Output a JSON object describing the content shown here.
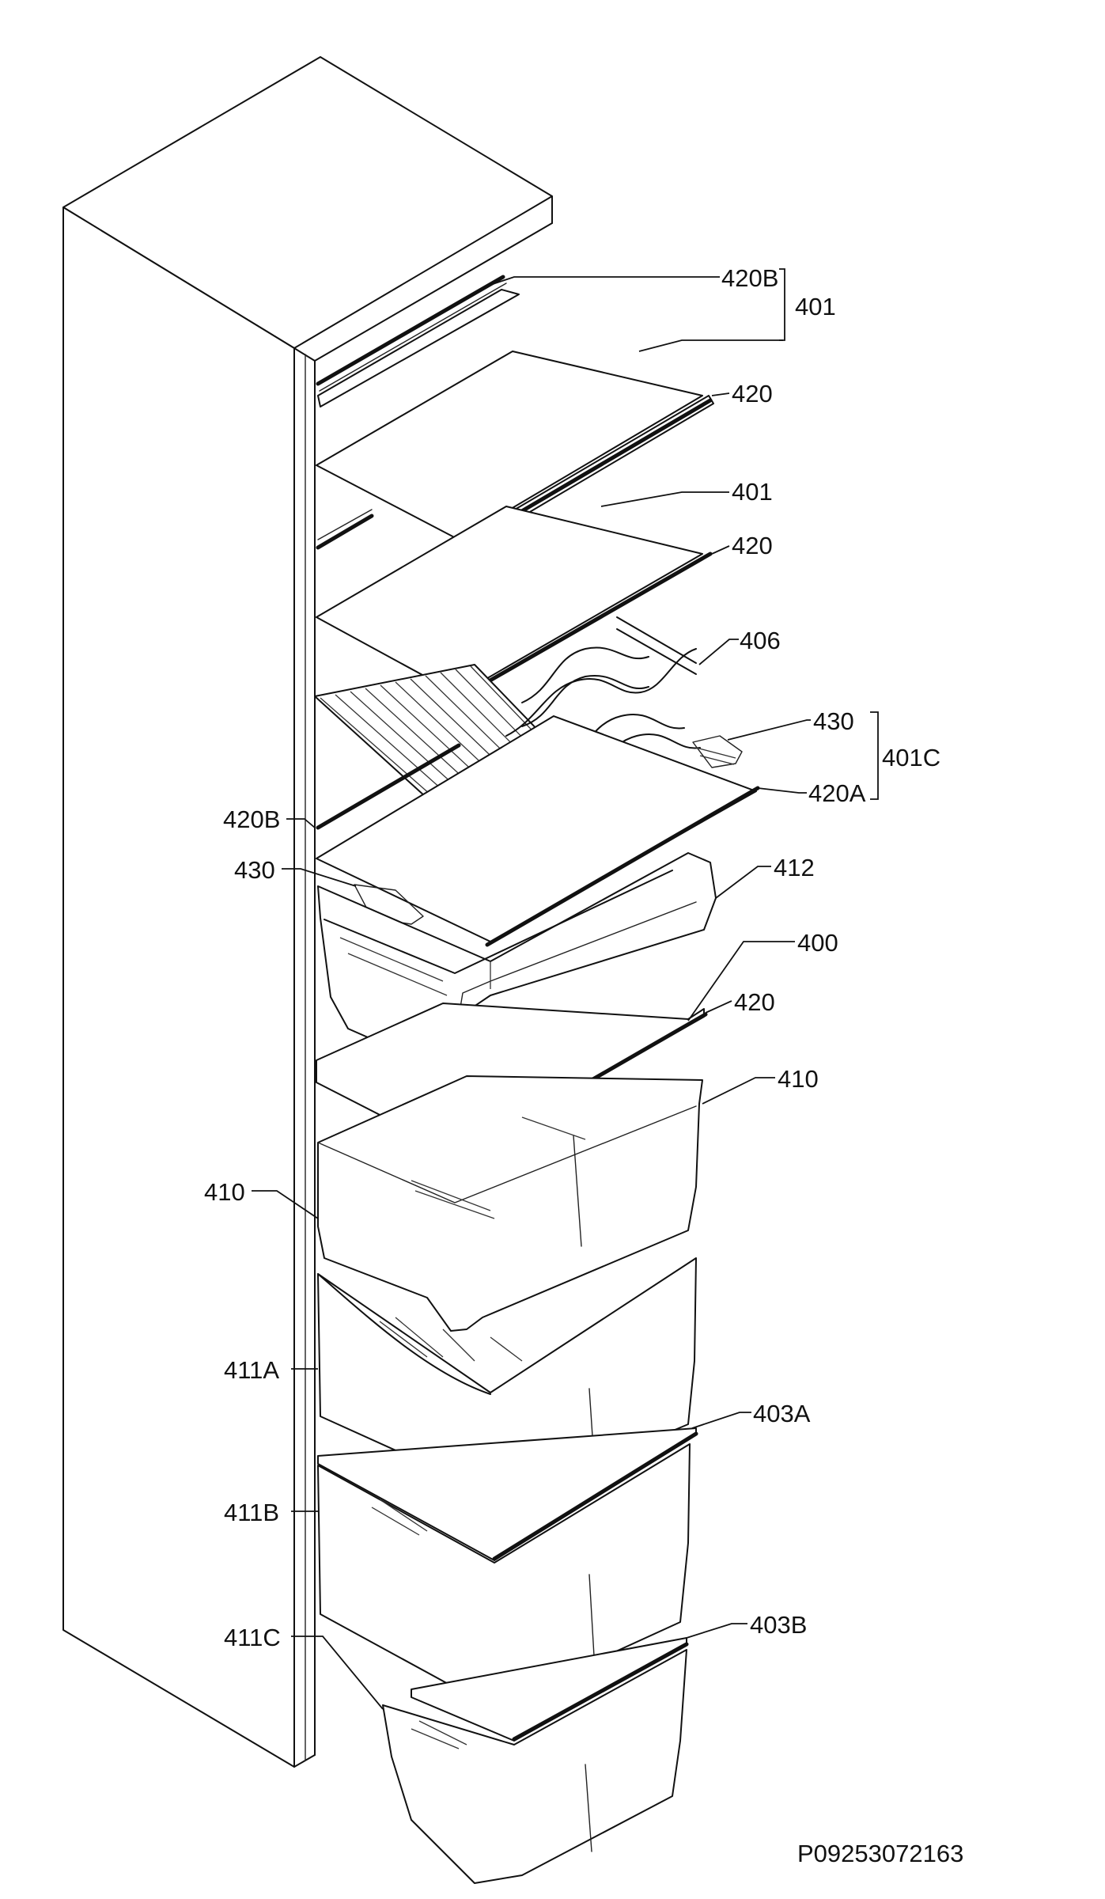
{
  "labels": {
    "l_420B_top": "420B",
    "l_401_top": "401",
    "l_420_a": "420",
    "l_401_b": "401",
    "l_420_b": "420",
    "l_406": "406",
    "l_430_right": "430",
    "l_401C": "401C",
    "l_420A": "420A",
    "l_420B_left": "420B",
    "l_430_left": "430",
    "l_412": "412",
    "l_400": "400",
    "l_420_c": "420",
    "l_410_right": "410",
    "l_410_left": "410",
    "l_411A": "411A",
    "l_403A": "403A",
    "l_411B": "411B",
    "l_411C": "411C",
    "l_403B": "403B"
  },
  "document_code": "P09253072163",
  "colors": {
    "line": "#111111",
    "background": "#ffffff"
  }
}
